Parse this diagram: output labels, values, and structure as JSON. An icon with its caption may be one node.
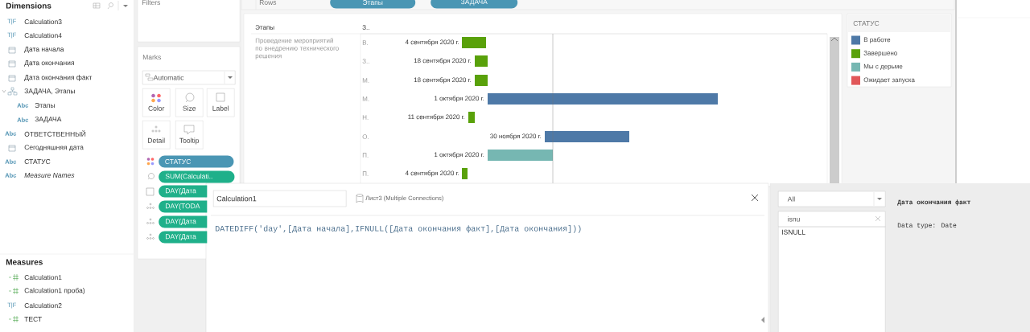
{
  "diagram": {
    "nodes": [
      {
        "text": [
          "Этапы"
        ]
      },
      {
        "text": [
          "ЗАДАЧА"
        ]
      },
      {
        "text": [
          "Automatic"
        ]
      },
      {
        "text": [
          "Color"
        ]
      },
      {
        "text": [
          "Size"
        ]
      },
      {
        "text": [
          "Label"
        ]
      },
      {
        "text": [
          "Detail"
        ]
      },
      {
        "text": [
          "Tooltip"
        ]
      },
      {
        "text": [
          "СТАТУС"
        ]
      },
      {
        "text": [
          "SUM(Calculati.."
        ]
      },
      {
        "text": [
          "DAY(Дата"
        ]
      },
      {
        "text": [
          "DAY(TODA"
        ]
      },
      {
        "text": [
          "DAY(Дата"
        ]
      },
      {
        "text": [
          "DAY(Дата"
        ]
      },
      {
        "text": [
          "Calculation1"
        ]
      },
      {
        "text": [
          "All"
        ]
      },
      {
        "text": [
          "isnu"
        ]
      },
      {
        "text": [
          "ISNULL"
        ]
      }
    ],
    "labels": [
      "Dimensions",
      "Filters",
      "T|F",
      "Calculation3",
      "T|F",
      "Calculation4",
      "Дата начала",
      "Дата окончания",
      "Дата окончания факт",
      "ЗАДАЧА, Этапы",
      "Abc",
      "Этапы",
      "Abc",
      "ЗАДАЧА",
      "Abc",
      "ОТВЕТСТВЕННЫЙ",
      "Сегодняшняя дата",
      "Abc",
      "СТАТУС",
      "Abc",
      "Measure Names",
      "Marks",
      "Rows",
      "Этапы",
      "З..",
      "Проведение мероприятий по внедрению технического решения",
      "В.",
      "З..",
      "М.",
      "М.",
      "Н.",
      "О.",
      "П.",
      "П.",
      "4 сентября 2020 г.",
      "18 сентября 2020 г.",
      "18 сентября 2020 г.",
      "1 октября 2020 г.",
      "11 сентября 2020 г.",
      "30 ноября 2020 г.",
      "1 октября 2020 г.",
      "4 сентября 2020 г.",
      "СТАТУС",
      "Measures",
      "Calculation1",
      "Calculation1 проба)",
      "T|F",
      "Calculation2",
      "ТЕСТ",
      "Лист3 (Multiple Connections)",
      "DATEDIFF('day',[Дата начала],IFNULL([Дата окончания факт],[Дата окончания]))",
      "Дата окончания факт",
      "Data type: Date"
    ],
    "legend": [
      {
        "text": "В работе",
        "color": "#4e79a7"
      },
      {
        "text": "Завершено",
        "color": "#59a10a"
      },
      {
        "text": "Мы с дерьме",
        "color": "#76b7b2"
      },
      {
        "text": "Ожидает запуска",
        "color": "#e15759"
      }
    ]
  }
}
